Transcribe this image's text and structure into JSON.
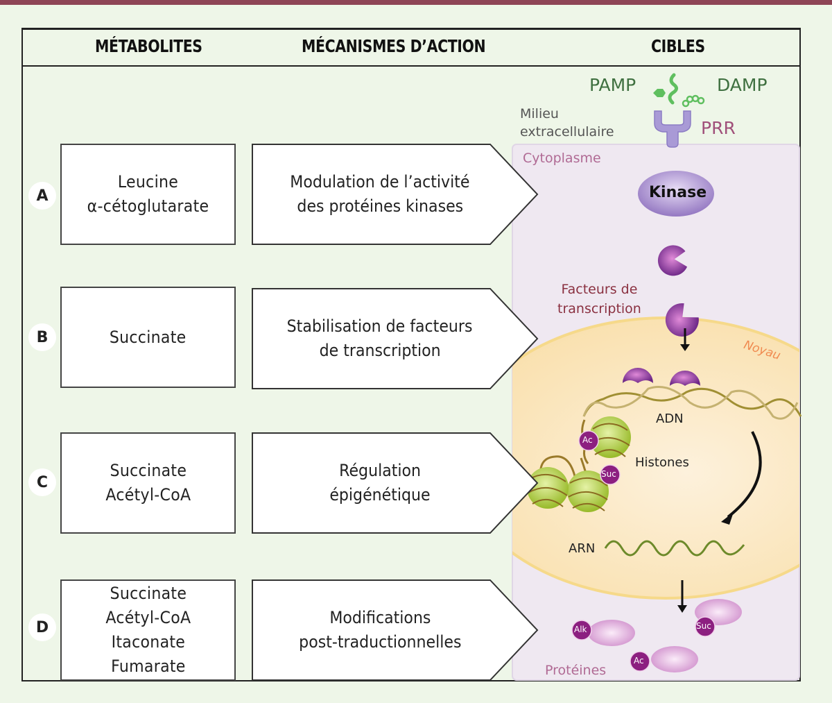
{
  "header": {
    "col1": "MÉTABOLITES",
    "col2": "MÉCANISMES D’ACTION",
    "col3": "CIBLES"
  },
  "rows": [
    {
      "letter": "A",
      "metabolites": [
        "Leucine",
        "α-cétoglutarate"
      ],
      "mechanism": [
        "Modulation de l’activité",
        "des protéines kinases"
      ]
    },
    {
      "letter": "B",
      "metabolites": [
        "Succinate"
      ],
      "mechanism": [
        "Stabilisation de facteurs",
        "de transcription"
      ]
    },
    {
      "letter": "C",
      "metabolites": [
        "Succinate",
        "Acétyl-CoA"
      ],
      "mechanism": [
        "Régulation",
        "épigénétique"
      ]
    },
    {
      "letter": "D",
      "metabolites": [
        "Succinate",
        "Acétyl-CoA",
        "Itaconate",
        "Fumarate"
      ],
      "mechanism": [
        "Modifications",
        "post-traductionnelles"
      ]
    }
  ],
  "targets": {
    "pamp": "PAMP",
    "damp": "DAMP",
    "prr": "PRR",
    "milieu_line1": "Milieu",
    "milieu_line2": "extracellulaire",
    "cytoplasme": "Cytoplasme",
    "kinase": "Kinase",
    "facteurs_line1": "Facteurs de",
    "facteurs_line2": "transcription",
    "noyau": "Noyau",
    "adn": "ADN",
    "histones": "Histones",
    "arn": "ARN",
    "proteines": "Protéines",
    "mods": {
      "ac": "Ac",
      "suc": "Suc",
      "alk": "Alk"
    }
  },
  "colors": {
    "frame_top_bar": "#8e4556",
    "background": "#eef6e8",
    "cytoplasm": "#efe8f1",
    "nucleus": "#fbe6bd",
    "nucleus_border": "#f6d98a",
    "kinase": "#9b7fc6",
    "transcription_factor": "#7a2f8f",
    "modification_badge": "#8c1f80",
    "protein": "#d9a0d3",
    "histone": "#a9c83c",
    "dna": "#9a8a2a",
    "rna": "#6d8a2a",
    "pamp_damp_text": "#3f7040",
    "prr_text": "#a0507a",
    "cytoplasme_text": "#b06a94",
    "facteurs_text": "#8a3040",
    "noyau_text": "#f08a50",
    "proteines_text": "#b06a94"
  }
}
